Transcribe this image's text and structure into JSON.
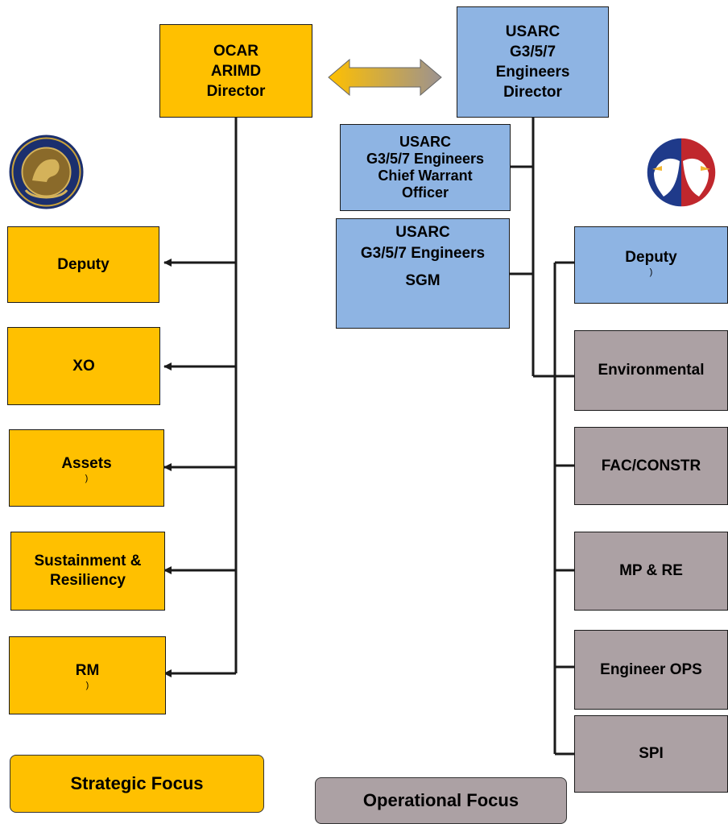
{
  "left": {
    "top_box": [
      "OCAR",
      "ARIMD",
      "Director"
    ],
    "items": [
      {
        "lines": [
          "Deputy"
        ],
        "sub": ""
      },
      {
        "lines": [
          "XO"
        ],
        "sub": ""
      },
      {
        "lines": [
          "Assets"
        ],
        "sub": ")"
      },
      {
        "lines": [
          "Sustainment &",
          "Resiliency"
        ],
        "sub": ""
      },
      {
        "lines": [
          "RM"
        ],
        "sub": ")"
      }
    ],
    "legend": "Strategic Focus"
  },
  "right": {
    "top_box": [
      "USARC",
      "G3/5/7",
      "Engineers",
      "Director"
    ],
    "cwo_box": [
      "USARC",
      "G3/5/7 Engineers",
      "Chief Warrant",
      "Officer"
    ],
    "sgm_box": [
      "USARC",
      "G3/5/7 Engineers",
      "SGM"
    ],
    "items": [
      {
        "lines": [
          "Deputy"
        ],
        "sub": ")"
      },
      {
        "lines": [
          "Environmental"
        ],
        "sub": ""
      },
      {
        "lines": [
          "FAC/CONSTR"
        ],
        "sub": ""
      },
      {
        "lines": [
          "MP & RE"
        ],
        "sub": ""
      },
      {
        "lines": [
          "Engineer OPS"
        ],
        "sub": ""
      },
      {
        "lines": [
          "SPI"
        ],
        "sub": ""
      }
    ],
    "legend": "Operational Focus"
  },
  "emblems": {
    "left": "army-reserve-seal-icon",
    "right": "eagle-emblem-icon"
  },
  "colors": {
    "strategic": "#ffc000",
    "operational_lead": "#8eb4e3",
    "operational_staff": "#aca1a4",
    "connector": "#1a1a1a"
  }
}
